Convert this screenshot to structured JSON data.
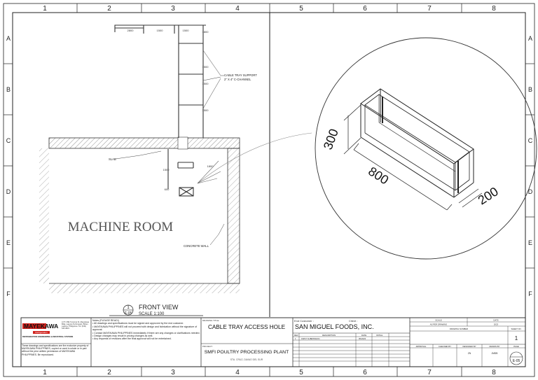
{
  "sheet": {
    "columns": [
      "1",
      "2",
      "3",
      "4",
      "5",
      "6",
      "7",
      "8"
    ],
    "rows": [
      "A",
      "B",
      "C",
      "D",
      "E",
      "F"
    ]
  },
  "front_view": {
    "room_label": "MACHINE ROOM",
    "view_number": "1",
    "view_sheet": "E-05",
    "view_title": "FRONT VIEW",
    "view_scale": "SCALE   1:100",
    "callout_tray_support_1": "CABLE TRAY SUPPORT",
    "callout_tray_support_2": "2\" X 4\" C-CHANNEL",
    "callout_slab": "SLAB",
    "callout_concrete_wall": "CONCRETE WALL",
    "dims": {
      "d1": "2800",
      "d2": "1500",
      "d3": "1500",
      "d4": "1800",
      "d5": "1500",
      "d6": "1500",
      "d7": "1500",
      "d8": "1500",
      "d9": "1800",
      "d10": "600"
    }
  },
  "detail_view": {
    "dim_height": "300",
    "dim_length": "800",
    "dim_width": "200"
  },
  "title_block": {
    "company_name": "MAYEKAWA",
    "company_sub": "Refrigeration",
    "company_address": "LOT 4 Blk 5 Aurora St. Mayekawa Bldg, Laguna Technopark, Biñan, Laguna, Philippines. Tel: (049) 541-0821",
    "company_slogan": "REFRIGERATION ENGINEERING & INDUSTRIAL SYSTEMS",
    "disclaimer": "These drawings and specifications are the exclusive property of MAYEKAWA PHILIPPINES, copied or used in whole or in part without the prior written permission of MAYEKAWA PHILIPPINES. Be reproduced.",
    "notes_heading": "Notes (PLEASE READ!)",
    "notes": [
      "• All drawings and specifications must be signed and approved by the end customer.",
      "• MAYEKAWA PHILIPPINES will not proceed with design and fabrication without the signature of approval.",
      "• Contact MAYEKAWA PHILIPPINES immediately if there are any changes or clarifications needed.",
      "• Design changes may result in pricing changes as well.",
      "• Any requests of revisions after the final approval will not be entertained."
    ],
    "drawing_title_label": "DRAWING TITLE:",
    "drawing_title": "CABLE TRAY ACCESS HOLE",
    "project_label": "PROJECT:",
    "project_name": "SMFI POULTRY PROCESSING PLANT",
    "project_location": "STA. CRUZ, DAVAO DEL SUR",
    "end_customer_label": "End Customer :",
    "client_label": "Client :",
    "end_customer": "SAN MIGUEL FOODS, INC.",
    "rev_headers": [
      "REV",
      "DESCRIPTION",
      "DATE",
      "INITIAL"
    ],
    "rev_row": [
      "1",
      "FIRST SUBMISSION",
      "05/2023",
      ""
    ],
    "hdr_scale": "SCALE",
    "hdr_date": "DATE",
    "scale_value": "AS PER DRAWING",
    "date_value": "2023",
    "drawing_number_label": "DRAWING NUMBER",
    "sheet_no_label": "SHEET NO.",
    "sheet_no": "1",
    "sig_labels": [
      "APPROVAL",
      "CHECKED BY",
      "DESIGNED BY",
      "DRAWN BY"
    ],
    "designed_by": "ZN",
    "drawn_by": "JMDB",
    "page_label": "PAGE",
    "page_no": "E-05"
  },
  "colors": {
    "line": "#1a1a1a",
    "hatch": "#666666",
    "brand_red": "#d0211c",
    "fill_slab": "#cfcfcf"
  }
}
